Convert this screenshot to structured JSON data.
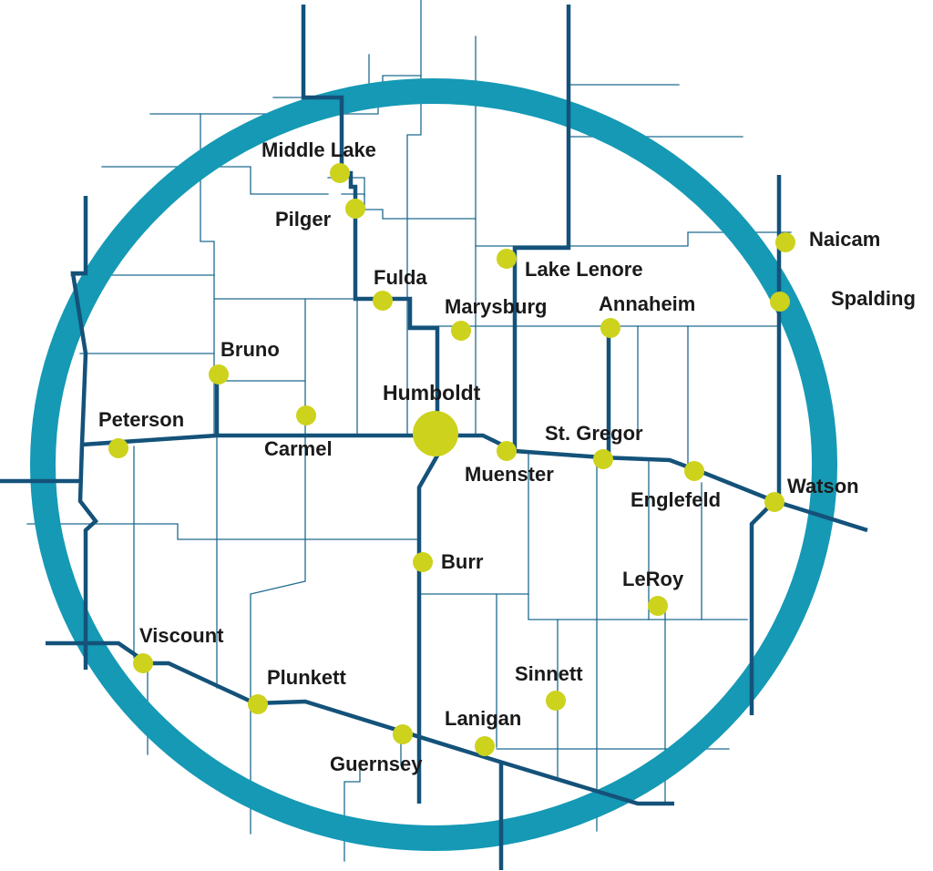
{
  "colors": {
    "ring": "#1599b5",
    "highway": "#14527a",
    "minor_road": "#1f6a8f",
    "town": "#cdd21c",
    "label": "#1a1a1a",
    "background": "#ffffff"
  },
  "towns": {
    "middle_lake": "Middle Lake",
    "pilger": "Pilger",
    "fulda": "Fulda",
    "lake_lenore": "Lake Lenore",
    "marysburg": "Marysburg",
    "annaheim": "Annaheim",
    "naicam": "Naicam",
    "spalding": "Spalding",
    "bruno": "Bruno",
    "humboldt": "Humboldt",
    "peterson": "Peterson",
    "carmel": "Carmel",
    "muenster": "Muenster",
    "st_gregor": "St. Gregor",
    "englefeld": "Englefeld",
    "watson": "Watson",
    "burr": "Burr",
    "leroy": "LeRoy",
    "viscount": "Viscount",
    "plunkett": "Plunkett",
    "sinnett": "Sinnett",
    "lanigan": "Lanigan",
    "guernsey": "Guernsey"
  }
}
